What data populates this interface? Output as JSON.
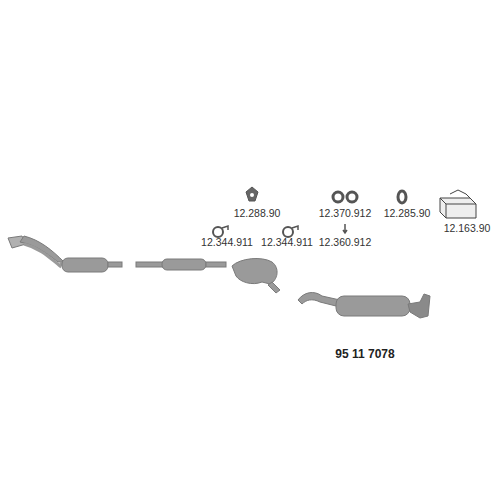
{
  "diagram": {
    "labels": [
      "12.288.90",
      "12.370.912",
      "12.285.90",
      "12.163.90",
      "12.344.911",
      "12.344.911",
      "12.360.912",
      "95 11 7078"
    ]
  }
}
